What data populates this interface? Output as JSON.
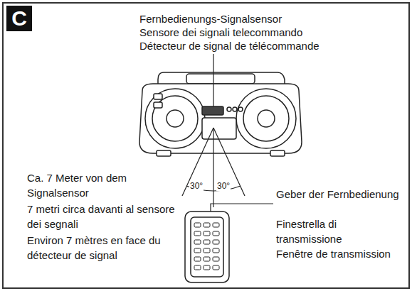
{
  "diagram": {
    "labels": [
      "C",
      "Fernbedienungs-Signalsensor",
      "Sensore dei signali telecommando",
      "Détecteur de signal de télécommande",
      "30°",
      "30°",
      "Ca. 7 Meter  von dem Signalsensor",
      "7 metri circa davanti al sensore dei segnali",
      "Environ 7 mètres en face du détecteur de signal",
      "Geber der Fernbedienung",
      "Finestrella di transmissione",
      "Fenêtre de transmission"
    ]
  }
}
